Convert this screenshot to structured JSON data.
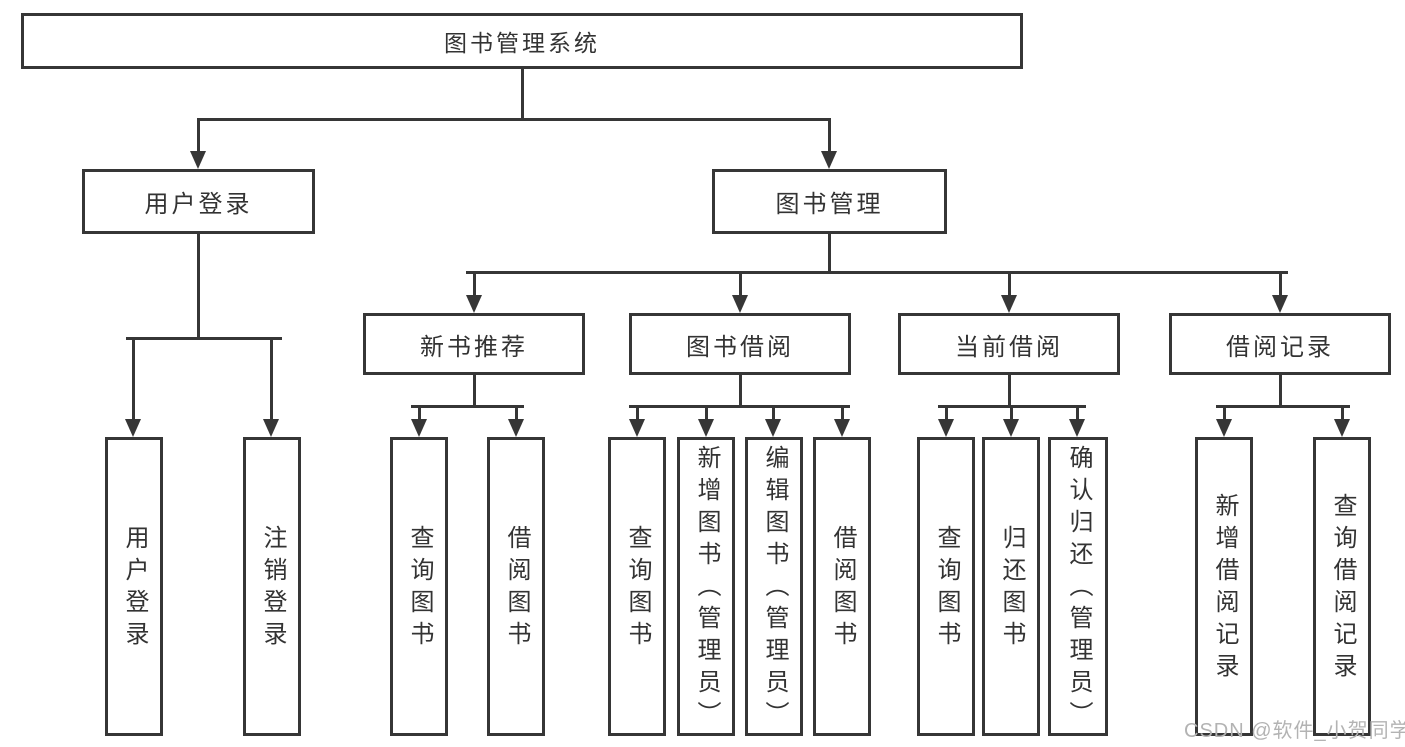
{
  "diagram": {
    "root": {
      "label": "图书管理系统"
    },
    "level2": {
      "user_login": {
        "label": "用户登录"
      },
      "book_mgmt": {
        "label": "图书管理"
      }
    },
    "level3": {
      "new_books": {
        "label": "新书推荐"
      },
      "borrow": {
        "label": "图书借阅"
      },
      "current": {
        "label": "当前借阅"
      },
      "records": {
        "label": "借阅记录"
      }
    },
    "leaves": {
      "login": {
        "label": "用户登录"
      },
      "logout": {
        "label": "注销登录"
      },
      "nb_query": {
        "label": "查询图书"
      },
      "nb_borrow": {
        "label": "借阅图书"
      },
      "bw_query": {
        "label": "查询图书"
      },
      "bw_add": {
        "label": "新增图书（管理员）"
      },
      "bw_edit": {
        "label": "编辑图书（管理员）"
      },
      "bw_borrow": {
        "label": "借阅图书"
      },
      "cb_query": {
        "label": "查询图书"
      },
      "cb_return": {
        "label": "归还图书"
      },
      "cb_confirm": {
        "label": "确认归还（管理员）"
      },
      "rc_add": {
        "label": "新增借阅记录"
      },
      "rc_query": {
        "label": "查询借阅记录"
      }
    }
  },
  "watermark": {
    "text": "CSDN @软件_小贺同学"
  },
  "colors": {
    "line": "#363636",
    "text": "#333333",
    "background": "#ffffff",
    "watermark": "#b3b3b3"
  }
}
